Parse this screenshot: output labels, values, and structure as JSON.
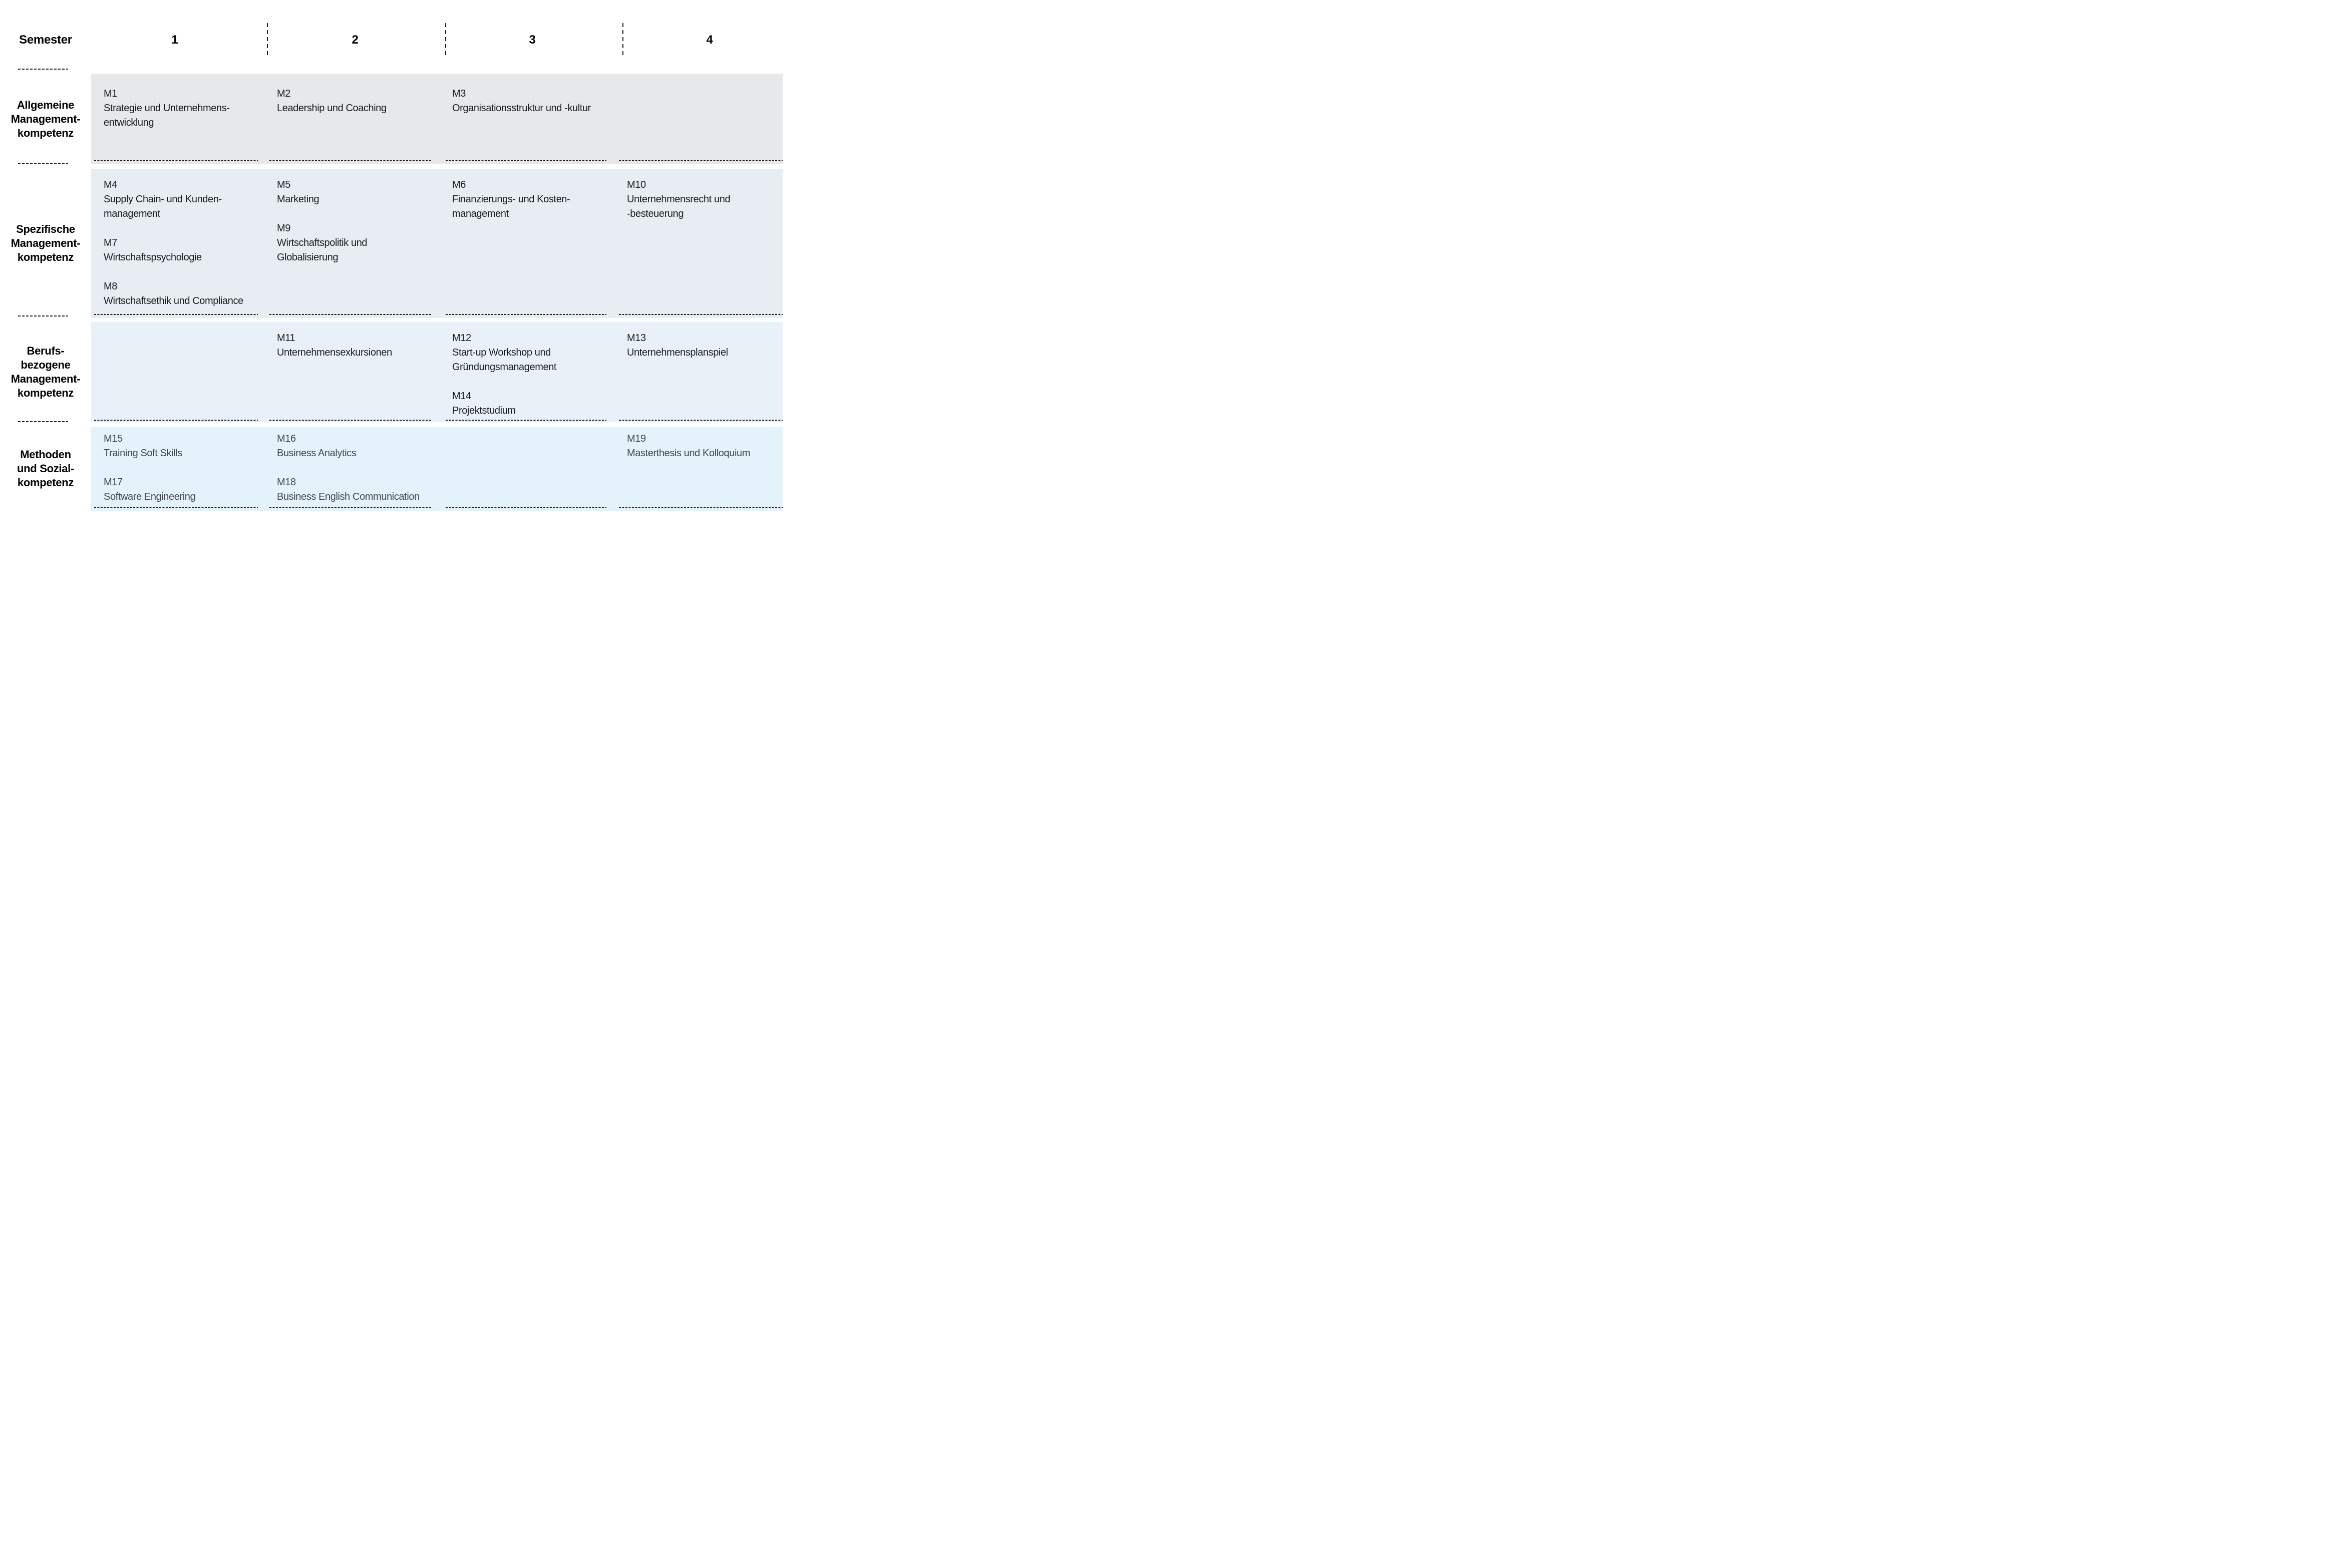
{
  "header": {
    "row_label": "Semester",
    "columns": [
      "1",
      "2",
      "3",
      "4"
    ]
  },
  "rows": [
    {
      "label": "Allgemeine\nManagement-\nkompetenz",
      "bg": "#e7e8ea",
      "text_color": "#1b1b1b",
      "cells": [
        {
          "modules": [
            {
              "code": "M1",
              "title": "Strategie und Unternehmens-\nentwicklung"
            }
          ]
        },
        {
          "modules": [
            {
              "code": "M2",
              "title": "Leadership und Coaching"
            }
          ]
        },
        {
          "modules": [
            {
              "code": "M3",
              "title": "Organisationsstruktur und -kultur"
            }
          ]
        },
        {
          "modules": []
        }
      ]
    },
    {
      "label": "Spezifische\nManagement-\nkompetenz",
      "bg": "#e8edf4",
      "text_color": "#1b1b1b",
      "cells": [
        {
          "modules": [
            {
              "code": "M4",
              "title": "Supply Chain- und Kunden-\nmanagement"
            },
            {
              "code": "M7",
              "title": "Wirtschaftspsychologie"
            },
            {
              "code": "M8",
              "title": "Wirtschaftsethik und Compliance"
            }
          ]
        },
        {
          "modules": [
            {
              "code": "M5",
              "title": "Marketing"
            },
            {
              "code": "M9",
              "title": "Wirtschaftspolitik und\nGlobalisierung"
            }
          ]
        },
        {
          "modules": [
            {
              "code": "M6",
              "title": "Finanzierungs- und Kosten-\nmanagement"
            }
          ]
        },
        {
          "modules": [
            {
              "code": "M10",
              "title": "Unternehmensrecht und\n-besteuerung"
            }
          ]
        }
      ]
    },
    {
      "label": "Berufs-\nbezogene\nManagement-\nkompetenz",
      "bg": "#e9f1f8",
      "text_color": "#1b1b1b",
      "cells": [
        {
          "modules": []
        },
        {
          "modules": [
            {
              "code": "M11",
              "title": "Unternehmensexkursionen"
            }
          ]
        },
        {
          "modules": [
            {
              "code": "M12",
              "title": "Start-up Workshop und\nGründungsmanagement"
            },
            {
              "code": "M14",
              "title": "Projektstudium"
            }
          ]
        },
        {
          "modules": [
            {
              "code": "M13",
              "title": "Unternehmensplanspiel"
            }
          ]
        }
      ]
    },
    {
      "label": "Methoden\nund Sozial-\nkompetenz",
      "bg": "#e4f2fb",
      "text_color": "#44484b",
      "cells": [
        {
          "modules": [
            {
              "code": "M15",
              "title": "Training Soft Skills"
            },
            {
              "code": "M17",
              "title": "Software Engineering"
            }
          ]
        },
        {
          "modules": [
            {
              "code": "M16",
              "title": "Business Analytics"
            },
            {
              "code": "M18",
              "title": "Business English Communication"
            }
          ]
        },
        {
          "modules": []
        },
        {
          "modules": [
            {
              "code": "M19",
              "title": "Masterthesis und Kolloquium"
            }
          ]
        }
      ]
    }
  ],
  "style": {
    "dash_color": "#1a1a1a",
    "label_color": "#000000"
  }
}
